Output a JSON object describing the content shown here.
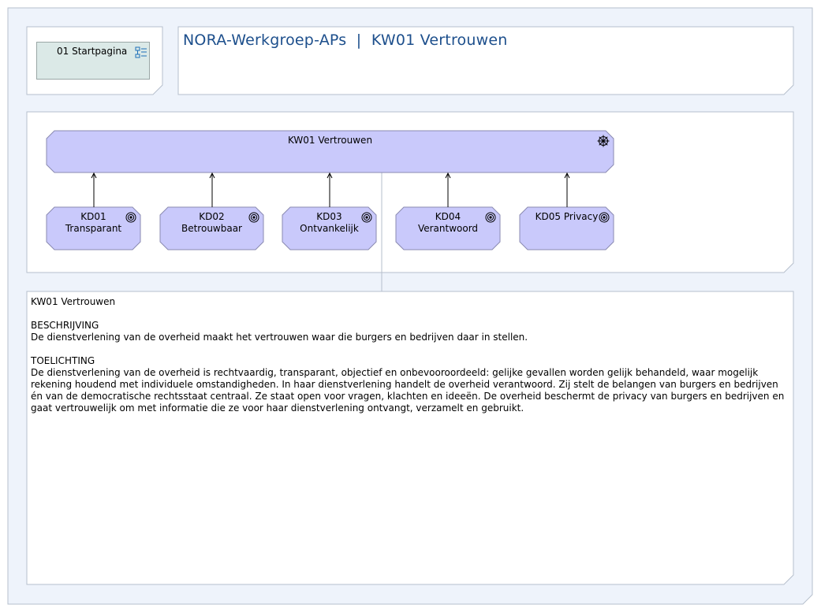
{
  "nav": {
    "item_label": "01 Startpagina"
  },
  "header": {
    "title": "NORA-Werkgroep-APs  |  KW01 Vertrouwen"
  },
  "diagram": {
    "root": {
      "label": "KW01 Vertrouwen",
      "icon": "driver-wheel-icon"
    },
    "children": [
      {
        "line1": "KD01",
        "line2": "Transparant",
        "icon": "goal-icon"
      },
      {
        "line1": "KD02",
        "line2": "Betrouwbaar",
        "icon": "goal-icon"
      },
      {
        "line1": "KD03",
        "line2": "Ontvankelijk",
        "icon": "goal-icon"
      },
      {
        "line1": "KD04",
        "line2": "Verantwoord",
        "icon": "goal-icon"
      },
      {
        "line1": "KD05 Privacy",
        "line2": "",
        "icon": "goal-icon"
      }
    ]
  },
  "description": {
    "title": "KW01 Vertrouwen",
    "beschrijving_heading": "BESCHRIJVING",
    "beschrijving_text": "De dienstverlening van de overheid maakt het vertrouwen waar die burgers en bedrijven daar in stellen.",
    "toelichting_heading": "TOELICHTING",
    "toelichting_text": "De dienstverlening van de overheid is rechtvaardig, transparant, objectief en onbevooroordeeld: gelijke gevallen worden gelijk behandeld, waar mogelijk rekening houdend met individuele omstandigheden. In haar dienstverlening handelt de overheid verantwoord. Zij stelt de belangen van burgers en bedrijven én van de democratische rechtsstaat centraal. Ze staat open voor vragen, klachten en ideeën. De overheid beschermt de privacy van burgers en bedrijven en gaat vertrouwelijk om met informatie die ze voor haar dienstverlening ontvangt, verzamelt en gebruikt."
  },
  "colors": {
    "outer_bg": "#eef3fb",
    "nav_item_bg": "#dbe9e7",
    "node_fill": "#c9c9fb",
    "title_color": "#1d4f8c"
  }
}
